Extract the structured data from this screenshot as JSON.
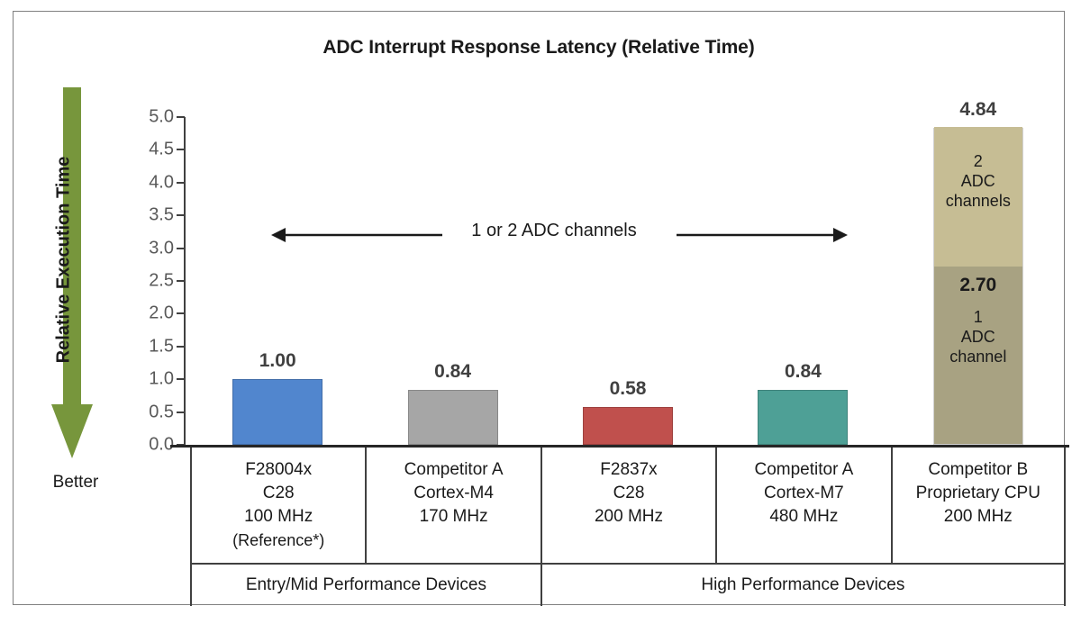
{
  "chart_data": {
    "type": "bar",
    "title": "ADC Interrupt Response Latency (Relative Time)",
    "xlabel": "",
    "ylabel": "Relative Execution Time",
    "ylim": [
      0,
      5.0
    ],
    "ytick_labels": [
      "5.0",
      "4.5",
      "4.0",
      "3.5",
      "3.0",
      "2.5",
      "2.0",
      "1.5",
      "1.0",
      "0.5",
      "0.0"
    ],
    "ytick_values": [
      5.0,
      4.5,
      4.0,
      3.5,
      3.0,
      2.5,
      2.0,
      1.5,
      1.0,
      0.5,
      0.0
    ],
    "grid": false,
    "legend": "none",
    "categories": [
      "F28004x C28 100 MHz (Reference*)",
      "Competitor A Cortex-M4 170 MHz",
      "F2837x C28 200 MHz",
      "Competitor A Cortex-M7 480 MHz",
      "Competitor B Proprietary CPU 200 MHz"
    ],
    "values": [
      1.0,
      0.84,
      0.58,
      0.84,
      4.84
    ],
    "value_labels": [
      "1.00",
      "0.84",
      "0.58",
      "0.84",
      "4.84"
    ],
    "bars": [
      {
        "name": "f28004x",
        "value": 1.0,
        "label": "1.00",
        "color": "#5186CE",
        "stacked": false,
        "category_lines": [
          "F28004x",
          "C28",
          "100 MHz"
        ],
        "category_note": "(Reference*)"
      },
      {
        "name": "competitor-a-m4",
        "value": 0.84,
        "label": "0.84",
        "color": "#A6A6A6",
        "stacked": false,
        "category_lines": [
          "Competitor A",
          "Cortex-M4",
          "170 MHz"
        ],
        "category_note": ""
      },
      {
        "name": "f2837x",
        "value": 0.58,
        "label": "0.58",
        "color": "#C0504D",
        "stacked": false,
        "category_lines": [
          "F2837x",
          "C28",
          "200 MHz"
        ],
        "category_note": ""
      },
      {
        "name": "competitor-a-m7",
        "value": 0.84,
        "label": "0.84",
        "color": "#4EA096",
        "stacked": false,
        "category_lines": [
          "Competitor A",
          "Cortex-M7",
          "480 MHz"
        ],
        "category_note": ""
      },
      {
        "name": "competitor-b",
        "value": 4.84,
        "label": "4.84",
        "color": "#C6BD94",
        "stacked": true,
        "segments": [
          {
            "name": "two-adc-channels",
            "from": 2.7,
            "to": 4.84,
            "color": "#C6BD94",
            "value_label": "4.84",
            "text_lines": [
              "2",
              "ADC",
              "channels"
            ]
          },
          {
            "name": "one-adc-channel",
            "from": 0.0,
            "to": 2.7,
            "color": "#A8A282",
            "value_label": "2.70",
            "text_lines": [
              "1",
              "ADC",
              "channel"
            ]
          }
        ],
        "category_lines": [
          "Competitor B",
          "Proprietary CPU",
          "200 MHz"
        ],
        "category_note": ""
      }
    ],
    "annotations": [
      {
        "name": "adc-channels-span",
        "text": "1 or 2 ADC channels",
        "style": "double-headed-arrow"
      },
      {
        "name": "better-direction",
        "text": "Better",
        "style": "down-arrow",
        "color": "#77963C"
      }
    ],
    "groups": [
      {
        "name": "entry-mid",
        "label": "Entry/Mid Performance Devices",
        "span": [
          0,
          2
        ]
      },
      {
        "name": "high-performance",
        "label": "High Performance Devices",
        "span": [
          2,
          5
        ]
      }
    ]
  },
  "colors": {
    "axis": "#404040",
    "tick_text": "#595959",
    "label_text": "#404040",
    "better_arrow": "#77963C",
    "frame_border": "#808080"
  }
}
